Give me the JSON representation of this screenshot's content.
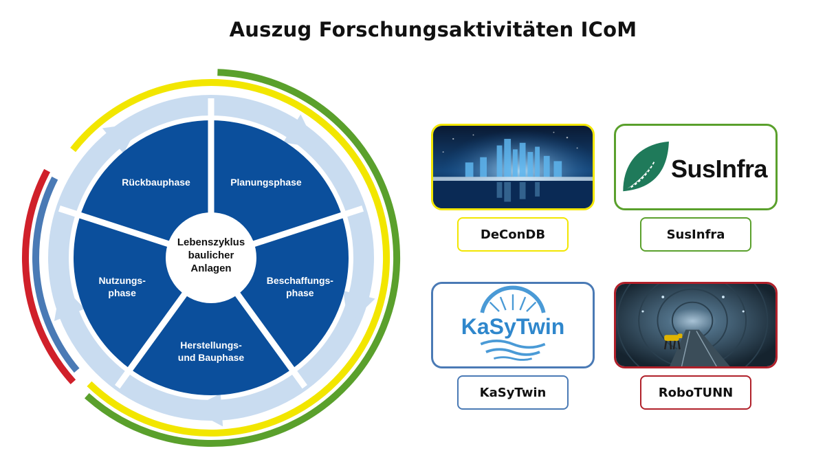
{
  "title": "Auszug Forschungsaktivitäten ICoM",
  "cycle": {
    "center": [
      "Lebenszyklus",
      "baulicher",
      "Anlagen"
    ],
    "phases": [
      {
        "id": "rueckbau",
        "lines": [
          "Rückbauphase"
        ]
      },
      {
        "id": "planung",
        "lines": [
          "Planungsphase"
        ]
      },
      {
        "id": "beschaffung",
        "lines": [
          "Beschaffungs-",
          "phase"
        ]
      },
      {
        "id": "herstellung",
        "lines": [
          "Herstellungs-",
          "und Bauphase"
        ]
      },
      {
        "id": "nutzung",
        "lines": [
          "Nutzungs-",
          "phase"
        ]
      }
    ]
  },
  "colors": {
    "green": "#5aa02c",
    "yellow": "#f2e600",
    "red": "#d0202a",
    "blue_arc": "#4a7ab5",
    "dark_blue": "#0b4f9c",
    "light_blue": "#c9dcf0",
    "pale_blue": "#e6eff8"
  },
  "projects": [
    {
      "id": "decondb",
      "label": "DeConDB",
      "border": "#f2e600",
      "image": "city-skyline-illustration"
    },
    {
      "id": "susinfra",
      "label": "SusInfra",
      "border": "#5aa02c",
      "logo_text": "SusInfra",
      "image": "leaf-road-icon"
    },
    {
      "id": "kasytwin",
      "label": "KaSyTwin",
      "border": "#4a7ab5",
      "logo_text": "KaSyTwin",
      "image": "sewer-wave-logo"
    },
    {
      "id": "robotunn",
      "label": "RoboTUNN",
      "border": "#b0202a",
      "image": "tunnel-robot-photo"
    }
  ]
}
